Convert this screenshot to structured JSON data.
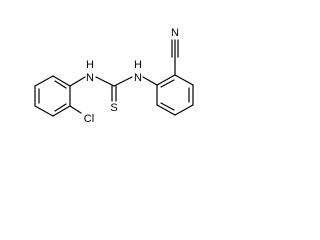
{
  "molecule": {
    "atoms": {
      "n_left": "N",
      "h_left": "H",
      "n_right": "N",
      "h_right": "H",
      "sulfur": "S",
      "nitrile_n": "N",
      "chlorine": "Cl"
    },
    "colors": {
      "bond": "#000000",
      "background": "#ffffff"
    }
  }
}
